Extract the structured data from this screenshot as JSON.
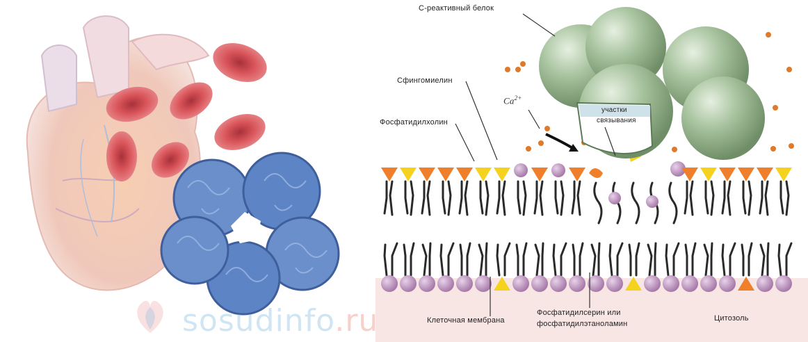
{
  "labels": {
    "crp": "С-реактивный белок",
    "sphingomyelin": "Сфингомиелин",
    "phosphatidylcholine": "Фосфатидилхолин",
    "calcium": "Ca",
    "binding_sites_line1": "участки",
    "binding_sites_line2": "связывания",
    "cell_membrane": "Клеточная мембрана",
    "ps_pe_line1": "Фосфатидилсерин или",
    "ps_pe_line2": "фосфатидилэтаноламин",
    "cytosol": "Цитозоль"
  },
  "watermark": {
    "name": "sosudinfo",
    "tld": ".ru"
  },
  "colors": {
    "crp_sphere": "#a9c4a0",
    "lipid_head_orange": "#ef7f2a",
    "lipid_head_yellow": "#f5d21e",
    "lipid_head_purple": "#c39bc4",
    "cytosol_bg": "#f7e6e3",
    "protein_blue": "#5d84c4",
    "rbc_red": "#d9555a"
  }
}
